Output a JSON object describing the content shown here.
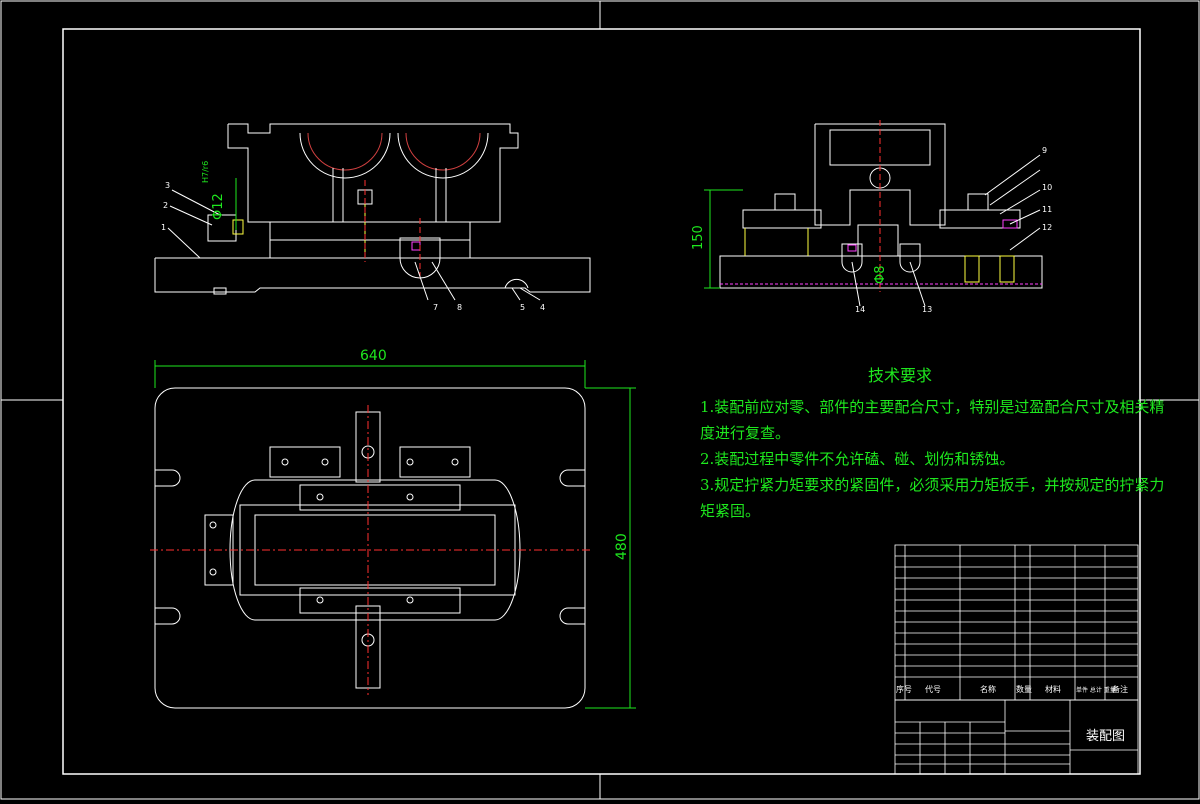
{
  "drawing": {
    "type": "assembly-drawing",
    "front_view": {
      "dim_fit": "Φ12",
      "dim_fit_tol": "H7/r6",
      "part_labels": [
        "3",
        "2",
        "1",
        "7",
        "8",
        "5",
        "4"
      ]
    },
    "side_view": {
      "dim_height": "150",
      "dim_fit": "Φ8",
      "part_labels": [
        "9",
        "10",
        "11",
        "12",
        "14",
        "13"
      ]
    },
    "top_view": {
      "dim_width": "640",
      "dim_height": "480"
    },
    "requirements": {
      "title": "技术要求",
      "items": [
        "1.装配前应对零、部件的主要配合尺寸，特别是过盈配合尺寸及相关精",
        "度进行复查。",
        "2.装配过程中零件不允许磕、碰、划伤和锈蚀。",
        "3.规定拧紧力矩要求的紧固件，必须采用力矩扳手，并按规定的拧紧力",
        "矩紧固。"
      ]
    },
    "title_block": {
      "drawing_name": "装配图",
      "header": [
        "序号",
        "代号",
        "名称",
        "数量",
        "材料",
        "单件 总计 重量",
        "备注"
      ]
    }
  },
  "colors": {
    "outline": "#ffffff",
    "dimension": "#1ee81e",
    "centerline": "#ff3030",
    "thread": "#ffff40",
    "hatch": "#ff40ff"
  }
}
